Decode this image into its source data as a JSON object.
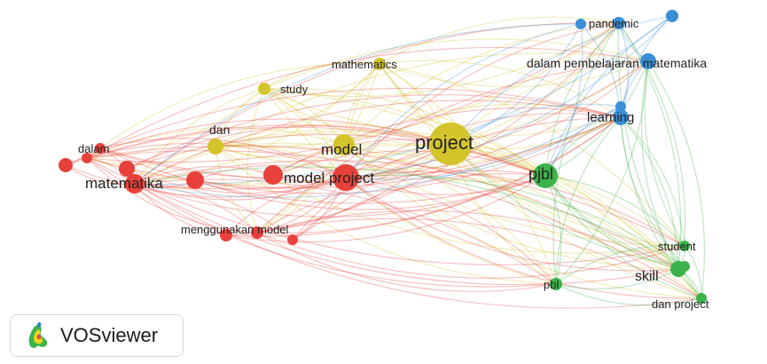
{
  "branding": {
    "product_name": "VOSviewer",
    "logo_icon": "vosviewer-logo-icon"
  },
  "clusters": {
    "red": "#e8413c",
    "yellow": "#d4c42c",
    "green": "#3cb34a",
    "blue": "#3a8fd6"
  },
  "terms": [
    {
      "id": "project",
      "label": "project",
      "cluster": "yellow",
      "weight": 10
    },
    {
      "id": "model",
      "label": "model",
      "cluster": "yellow",
      "weight": 5
    },
    {
      "id": "mathematics",
      "label": "mathematics",
      "cluster": "yellow",
      "weight": 2
    },
    {
      "id": "study",
      "label": "study",
      "cluster": "yellow",
      "weight": 2
    },
    {
      "id": "dan",
      "label": "dan",
      "cluster": "yellow",
      "weight": 3
    },
    {
      "id": "model-project",
      "label": "model project",
      "cluster": "red",
      "weight": 6
    },
    {
      "id": "matematika",
      "label": "matematika",
      "cluster": "red",
      "weight": 6
    },
    {
      "id": "dalam",
      "label": "dalam",
      "cluster": "red",
      "weight": 2
    },
    {
      "id": "menggunakan-model",
      "label": "menggunakan model",
      "cluster": "red",
      "weight": 2
    },
    {
      "id": "pjbl",
      "label": "pjbl",
      "cluster": "green",
      "weight": 6
    },
    {
      "id": "pbl",
      "label": "pbl",
      "cluster": "green",
      "weight": 2
    },
    {
      "id": "skill",
      "label": "skill",
      "cluster": "green",
      "weight": 3
    },
    {
      "id": "student",
      "label": "student",
      "cluster": "green",
      "weight": 2
    },
    {
      "id": "dan-project",
      "label": "dan project",
      "cluster": "green",
      "weight": 2
    },
    {
      "id": "pandemic",
      "label": "pandemic",
      "cluster": "blue",
      "weight": 2
    },
    {
      "id": "dalam-pembelajaran-matematika",
      "label": "dalam pembelajaran matematika",
      "cluster": "blue",
      "weight": 3
    },
    {
      "id": "learning",
      "label": "learning",
      "cluster": "blue",
      "weight": 3
    }
  ]
}
